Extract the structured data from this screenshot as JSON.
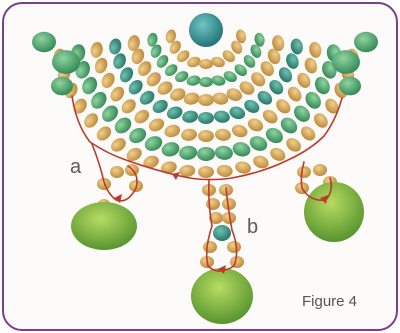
{
  "figure": {
    "label_a": "a",
    "label_b": "b",
    "caption": "Figure 4"
  },
  "colors": {
    "frame": "#7b3f8c",
    "thread": "#c0392b",
    "bead_gold": "#d3a552",
    "bead_green": "#3f9d6a",
    "bead_teal": "#2f8b7b",
    "drop_green": "#7cb342",
    "center_bead": "#2a8d8d"
  }
}
